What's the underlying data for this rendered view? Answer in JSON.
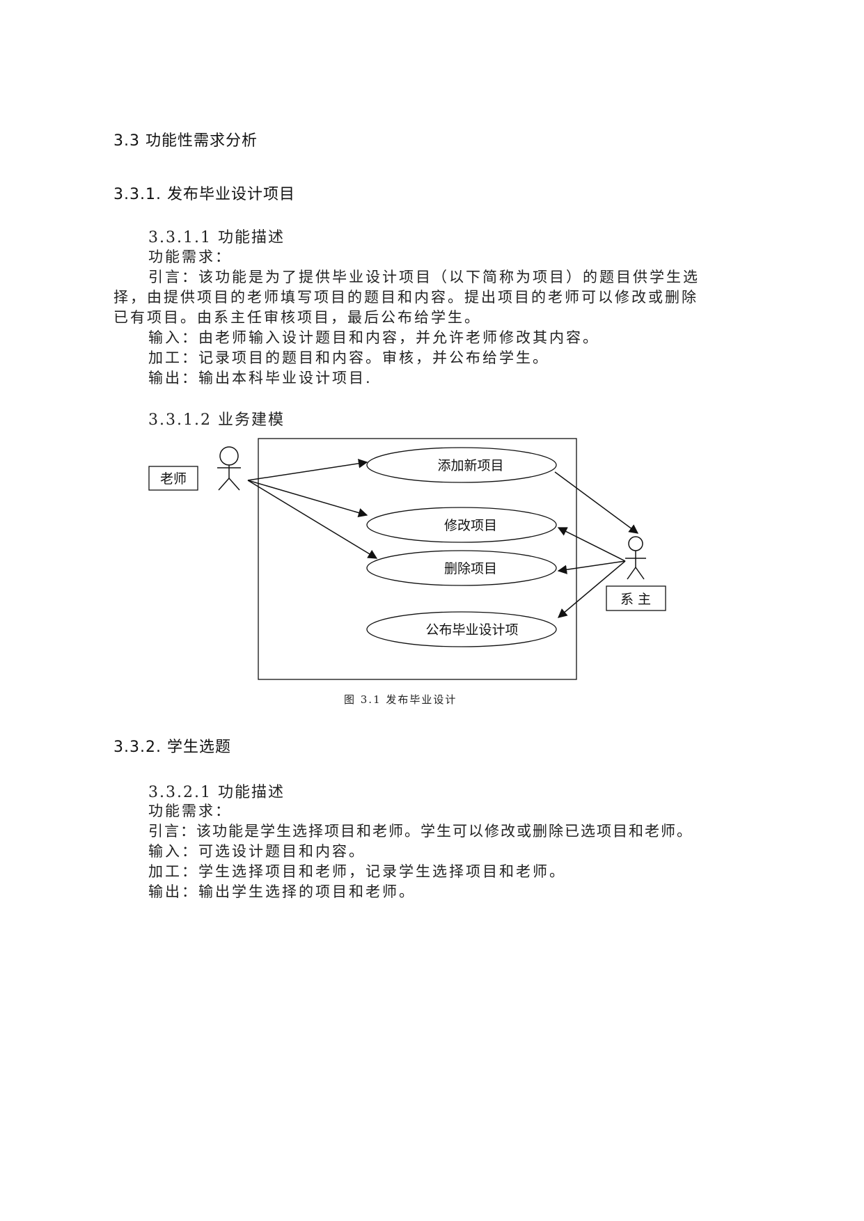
{
  "section": {
    "heading": "3.3 功能性需求分析"
  },
  "sub1": {
    "heading": "3.3.1.  发布毕业设计项目",
    "desc_heading": "3.3.1.1 功能描述",
    "req_label": "功能需求：",
    "intro_lines": [
      "引言：该功能是为了提供毕业设计项目（以下简称为项目）的题目供学生选",
      "择，由提供项目的老师填写项目的题目和内容。提出项目的老师可以修改或删除",
      "已有项目。由系主任审核项目，最后公布给学生。"
    ],
    "input": "输入：由老师输入设计题目和内容，并允许老师修改其内容。",
    "process": "加工：记录项目的题目和内容。审核，并公布给学生。",
    "output": "输出：输出本科毕业设计项目.",
    "model_heading": "3.3.1.2 业务建模"
  },
  "diagram": {
    "actor_left": "老师",
    "actor_right": "系 主",
    "use_cases": [
      "添加新项目",
      "修改项目",
      "删除项目",
      "公布毕业设计项"
    ],
    "caption": "图 3.1   发布毕业设计"
  },
  "sub2": {
    "heading": "3.3.2.  学生选题",
    "desc_heading": "3.3.2.1 功能描述",
    "req_label": "功能需求：",
    "intro": "引言：该功能是学生选择项目和老师。学生可以修改或删除已选项目和老师。",
    "input": "输入：可选设计题目和内容。",
    "process": "加工：学生选择项目和老师，记录学生选择项目和老师。",
    "output": "输出：输出学生选择的项目和老师。"
  }
}
